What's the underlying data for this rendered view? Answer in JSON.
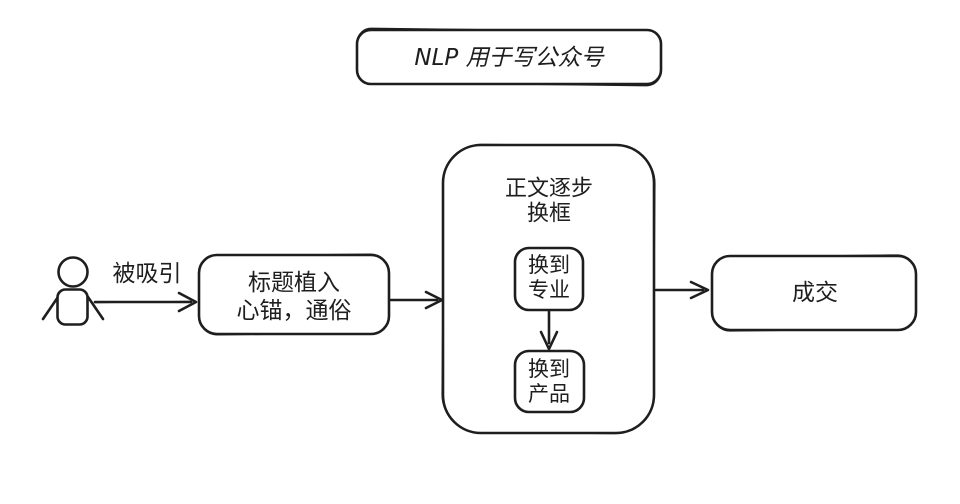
{
  "canvas": {
    "background_color": "#ffffff",
    "stroke_color": "#1e1e1e"
  },
  "title_node": {
    "label": "NLP 用于写公众号"
  },
  "flow": {
    "attracted_edge_label": "被吸引",
    "headline_node": {
      "line1": "标题植入",
      "line2": "心锚，通俗"
    },
    "body_node": {
      "line1": "正文逐步",
      "line2": "换框"
    },
    "switch_professional_node": {
      "line1": "换到",
      "line2": "专业"
    },
    "switch_product_node": {
      "line1": "换到",
      "line2": "产品"
    },
    "deal_node": {
      "label": "成交"
    }
  }
}
